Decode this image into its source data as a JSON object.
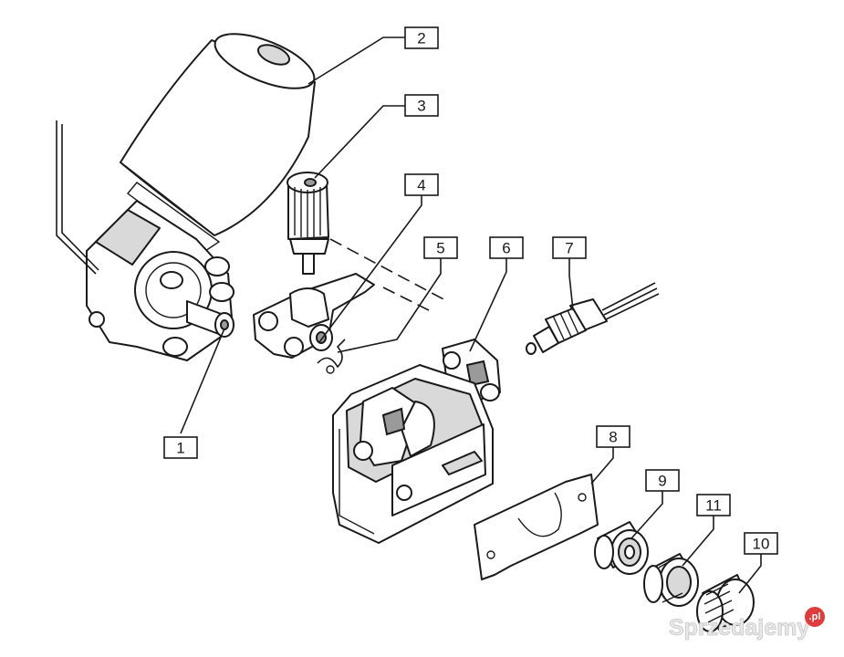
{
  "callouts": [
    {
      "id": "1",
      "label": "1"
    },
    {
      "id": "2",
      "label": "2"
    },
    {
      "id": "3",
      "label": "3"
    },
    {
      "id": "4",
      "label": "4"
    },
    {
      "id": "5",
      "label": "5"
    },
    {
      "id": "6",
      "label": "6"
    },
    {
      "id": "7",
      "label": "7"
    },
    {
      "id": "8",
      "label": "8"
    },
    {
      "id": "9",
      "label": "9"
    },
    {
      "id": "10",
      "label": "10"
    },
    {
      "id": "11",
      "label": "11"
    }
  ],
  "watermark": {
    "text": "Sprzedajemy",
    "badge": ".pl"
  }
}
